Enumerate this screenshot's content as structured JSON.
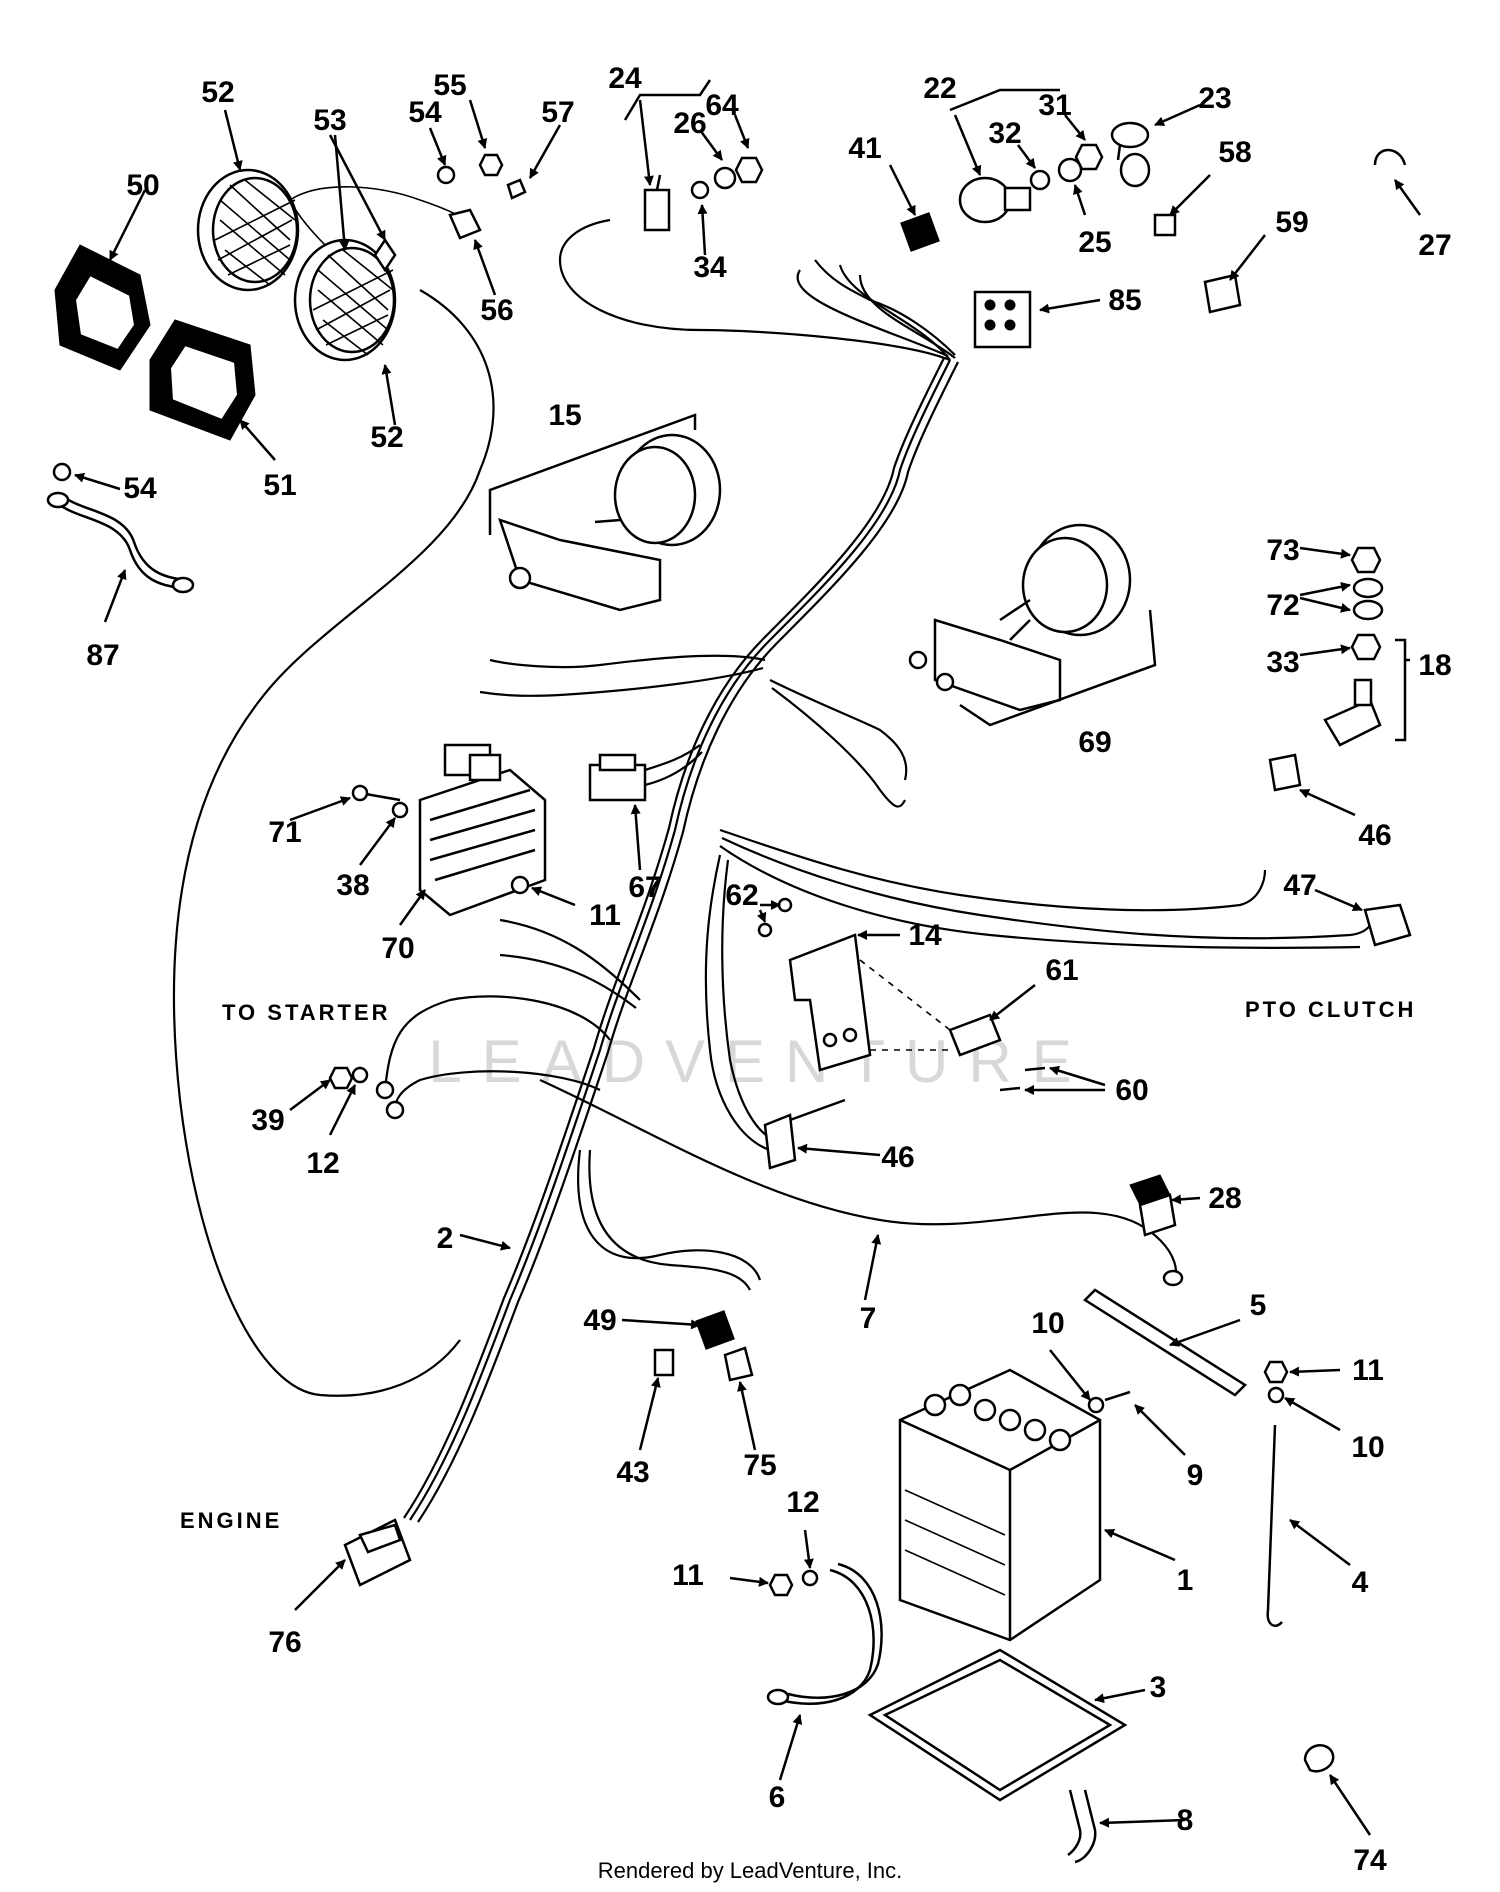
{
  "captions": {
    "to_starter": "TO STARTER",
    "pto_clutch": "PTO CLUTCH",
    "engine": "ENGINE"
  },
  "credit": "Rendered by LeadVenture, Inc.",
  "watermark": "LEADVENTURE",
  "labels": {
    "l1": "1",
    "l2": "2",
    "l3": "3",
    "l4": "4",
    "l5": "5",
    "l6": "6",
    "l7": "7",
    "l8": "8",
    "l9": "9",
    "l10a": "10",
    "l10b": "10",
    "l11a": "11",
    "l11b": "11",
    "l11c": "11",
    "l12a": "12",
    "l12b": "12",
    "l14": "14",
    "l15": "15",
    "l18": "18",
    "l22": "22",
    "l23": "23",
    "l24": "24",
    "l25": "25",
    "l26": "26",
    "l27": "27",
    "l28": "28",
    "l31": "31",
    "l32": "32",
    "l33": "33",
    "l34": "34",
    "l38": "38",
    "l39": "39",
    "l41": "41",
    "l43": "43",
    "l46a": "46",
    "l46b": "46",
    "l47": "47",
    "l49": "49",
    "l50": "50",
    "l51": "51",
    "l52a": "52",
    "l52b": "52",
    "l53": "53",
    "l54a": "54",
    "l54b": "54",
    "l55": "55",
    "l56": "56",
    "l57": "57",
    "l58": "58",
    "l59": "59",
    "l60": "60",
    "l61": "61",
    "l62": "62",
    "l64": "64",
    "l67": "67",
    "l69": "69",
    "l70": "70",
    "l71": "71",
    "l72": "72",
    "l73": "73",
    "l74": "74",
    "l75": "75",
    "l76": "76",
    "l85": "85",
    "l87": "87"
  }
}
